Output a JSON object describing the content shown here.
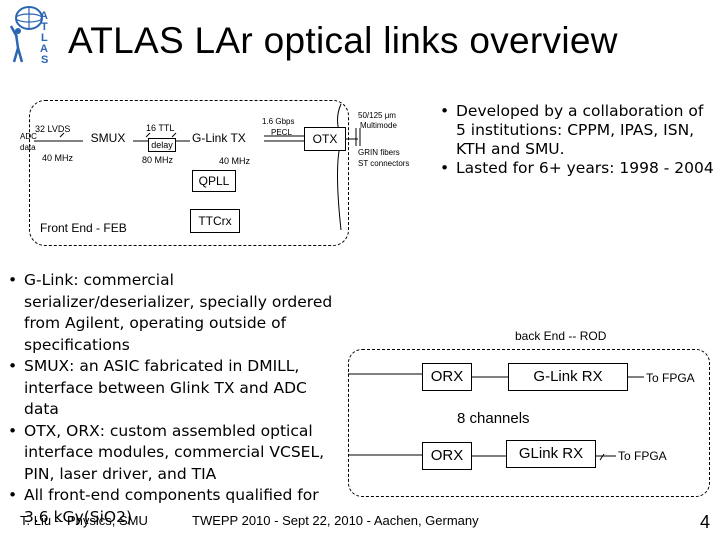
{
  "logo": {
    "letters": [
      "A",
      "T",
      "L",
      "A",
      "S"
    ]
  },
  "title": "ATLAS LAr optical links overview",
  "diagram": {
    "adc": "ADC",
    "data": "data",
    "lvds_bits": "32 LVDS",
    "clk_40": "40 MHz",
    "smux": "SMUX",
    "ttl_bits": "16 TTL",
    "delay": "delay",
    "clk_80": "80 MHz",
    "glink_tx": "G-Link TX",
    "gbps": "1.6 Gbps",
    "pecl": "PECL",
    "clk_40b": "40 MHz",
    "otx": "OTX",
    "qpll": "QPLL",
    "front_end": "Front End - FEB",
    "ttcrx": "TTCrx",
    "fiber_type": "50/125 μm",
    "multimode": "Multimode",
    "grin": "GRIN fibers",
    "st": "ST connectors",
    "back_end": "back End -- ROD",
    "orx1": "ORX",
    "glink_rx1": "G-Link RX",
    "to_fpga1": "To FPGA",
    "channels": "8 channels",
    "orx2": "ORX",
    "glink_rx2": "GLink RX",
    "to_fpga2": "To FPGA"
  },
  "right_bullets": [
    "Developed by a collaboration of 5 institutions: CPPM, IPAS, ISN, KTH and SMU.",
    "Lasted for 6+ years: 1998 - 2004"
  ],
  "left_bullets": [
    "G-Link: commercial serializer/deserializer, specially ordered from Agilent, operating outside of specifications",
    "SMUX: an ASIC fabricated in DMILL, interface between Glink TX and ADC data",
    "OTX, ORX: custom assembled optical interface modules, commercial VCSEL, PIN, laser driver, and TIA",
    "All front-end components qualified for 3.6 kGy(SiO2)"
  ],
  "footer": {
    "author": "T. Liu -- Physics, SMU",
    "event": "TWEPP 2010 - Sept 22, 2010 - Aachen, Germany",
    "page": "4"
  }
}
